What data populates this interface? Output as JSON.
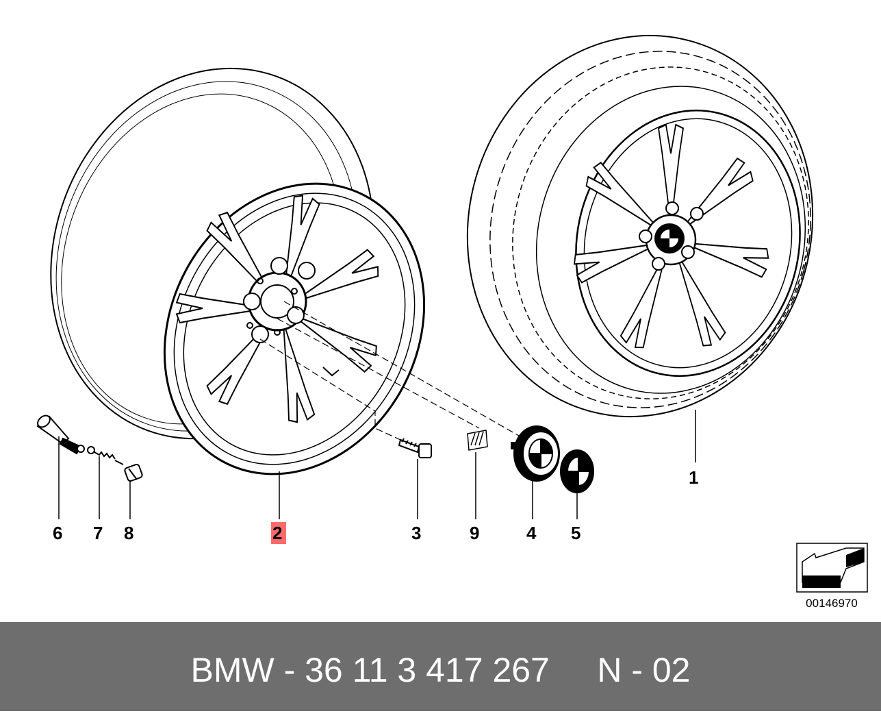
{
  "diagram": {
    "callouts": [
      {
        "id": "1",
        "label": "1"
      },
      {
        "id": "2",
        "label": "2",
        "highlight": "#ff6b6b"
      },
      {
        "id": "3",
        "label": "3"
      },
      {
        "id": "4",
        "label": "4"
      },
      {
        "id": "5",
        "label": "5"
      },
      {
        "id": "6",
        "label": "6"
      },
      {
        "id": "7",
        "label": "7"
      },
      {
        "id": "8",
        "label": "8"
      },
      {
        "id": "9",
        "label": "9"
      }
    ],
    "reference_code": "00146970",
    "icons": [
      "direction-arrow-icon",
      "bmw-emblem-icon"
    ]
  },
  "footer": {
    "text": "BMW - 36 11 3 417 267     N - 02",
    "background": "#6e6e6e",
    "color": "#ffffff"
  }
}
